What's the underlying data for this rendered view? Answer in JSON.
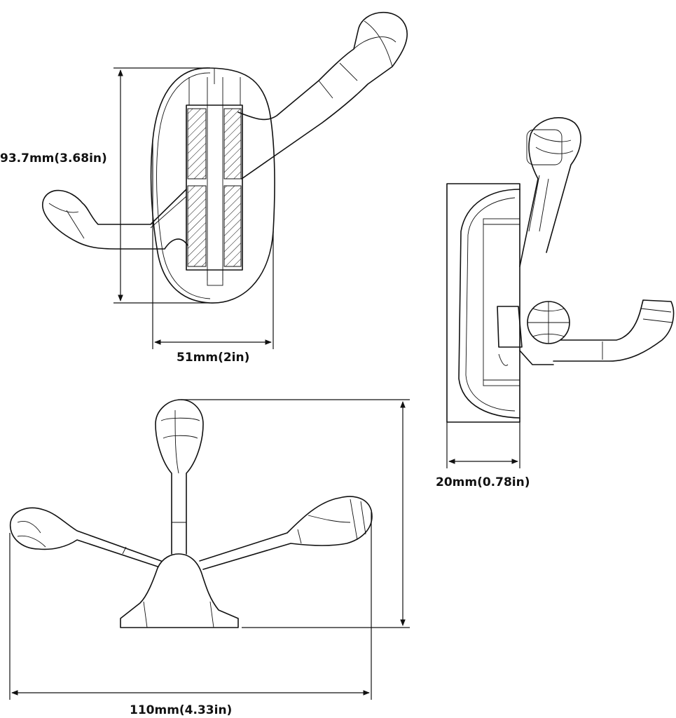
{
  "dimensions": {
    "height_label": "93.7mm(3.68in)",
    "width_label": "51mm(2in)",
    "depth_label": "20mm(0.78in)",
    "span_label": "110mm(4.33in)"
  },
  "colors": {
    "line": "#111111",
    "background": "#ffffff"
  }
}
